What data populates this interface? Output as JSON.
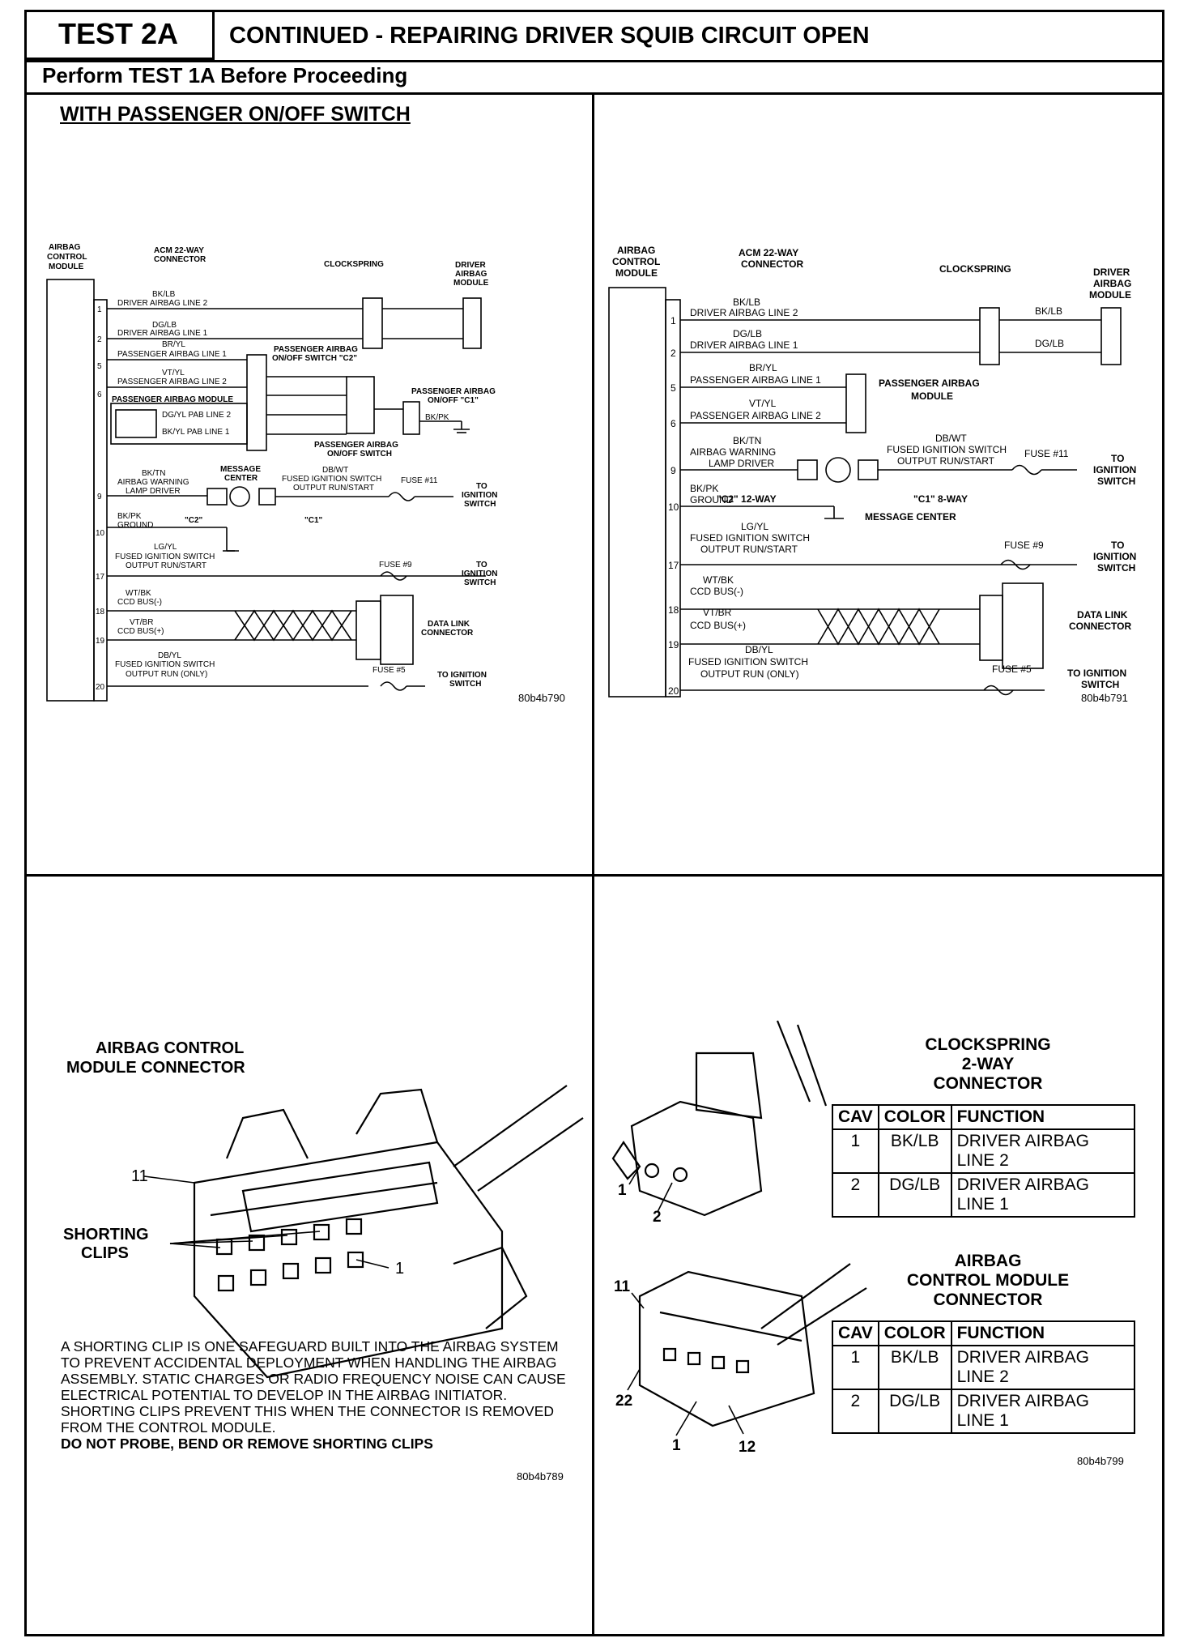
{
  "header": {
    "test_id": "TEST 2A",
    "title": "CONTINUED - REPAIRING DRIVER SQUIB CIRCUIT OPEN",
    "perform": "Perform TEST 1A Before Proceeding"
  },
  "left_diagram": {
    "section_title": "WITH PASSENGER ON/OFF SWITCH",
    "module_label": [
      "AIRBAG",
      "CONTROL",
      "MODULE"
    ],
    "connector_label": [
      "ACM 22-WAY",
      "CONNECTOR"
    ],
    "clockspring": "CLOCKSPRING",
    "driver_module": [
      "DRIVER",
      "AIRBAG",
      "MODULE"
    ],
    "pins": [
      "1",
      "2",
      "5",
      "6",
      "9",
      "10",
      "17",
      "18",
      "19",
      "20"
    ],
    "wires": [
      [
        "BK/LB",
        "DRIVER AIRBAG LINE 2"
      ],
      [
        "DG/LB",
        "DRIVER AIRBAG LINE 1"
      ],
      [
        "BR/YL",
        "PASSENGER AIRBAG LINE 1"
      ],
      [
        "VT/YL",
        "PASSENGER AIRBAG LINE 2"
      ],
      [
        "BK/TN",
        "AIRBAG WARNING",
        "LAMP DRIVER"
      ],
      [
        "BK/PK",
        "GROUND"
      ],
      [
        "LG/YL",
        "FUSED IGNITION SWITCH",
        "OUTPUT RUN/START"
      ],
      [
        "WT/BK",
        "CCD BUS(-)"
      ],
      [
        "VT/BR",
        "CCD BUS(+)"
      ],
      [
        "DB/YL",
        "FUSED IGNITION SWITCH",
        "OUTPUT RUN (ONLY)"
      ]
    ],
    "pab_module": "PASSENGER AIRBAG MODULE",
    "pab_lines": [
      "DG/YL PAB LINE 2",
      "BK/YL PAB LINE 1"
    ],
    "switch_c2": [
      "PASSENGER AIRBAG",
      "ON/OFF SWITCH \"C2\""
    ],
    "switch_c1": [
      "PASSENGER AIRBAG",
      "ON/OFF \"C1\""
    ],
    "switch_body": [
      "PASSENGER AIRBAG",
      "ON/OFF SWITCH"
    ],
    "bk_pk": "BK/PK",
    "message_center": [
      "MESSAGE",
      "CENTER"
    ],
    "db_wt": [
      "DB/WT",
      "FUSED IGNITION SWITCH",
      "OUTPUT RUN/START"
    ],
    "fuse11": "FUSE #11",
    "fuse9": "FUSE #9",
    "fuse5": "FUSE #5",
    "to_ign": [
      "TO",
      "IGNITION",
      "SWITCH"
    ],
    "to_ign2": [
      "TO IGNITION",
      "SWITCH"
    ],
    "c2": "\"C2\"",
    "c1": "\"C1\"",
    "data_link": [
      "DATA LINK",
      "CONNECTOR"
    ],
    "ref": "80b4b790"
  },
  "right_diagram": {
    "module_label": [
      "AIRBAG",
      "CONTROL",
      "MODULE"
    ],
    "connector_label": [
      "ACM 22-WAY",
      "CONNECTOR"
    ],
    "clockspring": "CLOCKSPRING",
    "driver_module": [
      "DRIVER",
      "AIRBAG",
      "MODULE"
    ],
    "pab_module": [
      "PASSENGER AIRBAG",
      "MODULE"
    ],
    "c2": "\"C2\" 12-WAY",
    "c1": "\"C1\" 8-WAY",
    "message_center": "MESSAGE CENTER",
    "ref": "80b4b791"
  },
  "bottom_left": {
    "title": [
      "AIRBAG CONTROL",
      "MODULE CONNECTOR"
    ],
    "shorting": [
      "SHORTING",
      "CLIPS"
    ],
    "pin11": "11",
    "pin1": "1",
    "note": "A SHORTING CLIP IS ONE SAFEGUARD BUILT INTO THE AIRBAG SYSTEM TO PREVENT ACCIDENTAL DEPLOYMENT WHEN HANDLING THE AIRBAG ASSEMBLY. STATIC CHARGES OR RADIO FREQUENCY NOISE CAN CAUSE ELECTRICAL POTENTIAL TO DEVELOP IN THE AIRBAG INITIATOR. SHORTING CLIPS PREVENT THIS WHEN THE CONNECTOR IS REMOVED FROM THE CONTROL MODULE.",
    "warning": "DO NOT PROBE, BEND OR REMOVE SHORTING CLIPS",
    "ref": "80b4b789"
  },
  "bottom_right": {
    "clockspring_title": [
      "CLOCKSPRING",
      "2-WAY",
      "CONNECTOR"
    ],
    "acm_title": [
      "AIRBAG",
      "CONTROL MODULE",
      "CONNECTOR"
    ],
    "headers": [
      "CAV",
      "COLOR",
      "FUNCTION"
    ],
    "rows": [
      {
        "cav": "1",
        "color": "BK/LB",
        "function": "DRIVER AIRBAG LINE 2"
      },
      {
        "cav": "2",
        "color": "DG/LB",
        "function": "DRIVER AIRBAG LINE 1"
      }
    ],
    "pins_cs": [
      "1",
      "2"
    ],
    "pins_acm": [
      "11",
      "22",
      "1",
      "12"
    ],
    "ref": "80b4b799"
  }
}
